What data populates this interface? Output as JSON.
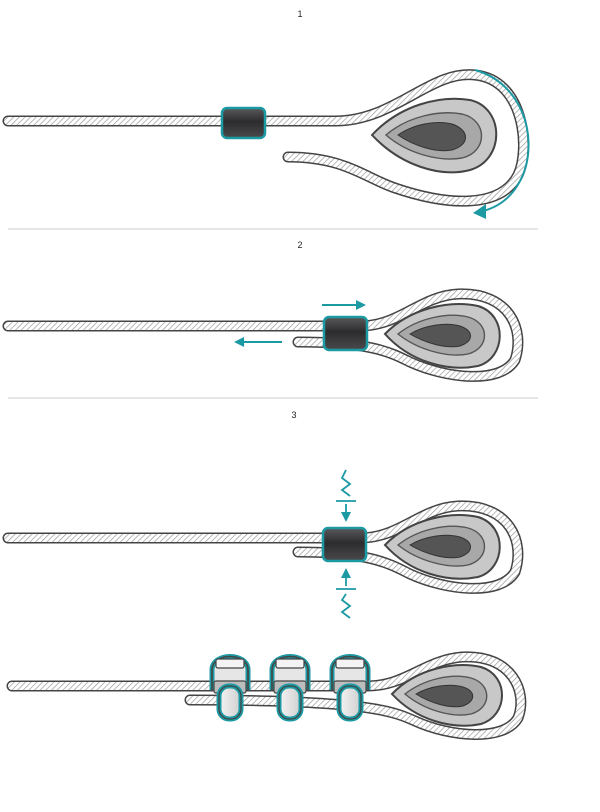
{
  "steps": [
    {
      "number": "1",
      "description": ""
    },
    {
      "number": "2",
      "description": ""
    },
    {
      "number": "3",
      "description": ""
    }
  ],
  "colors": {
    "accent": "#1c9aa4",
    "cable_outline": "#444444",
    "cable_hatch": "#9a9a9a",
    "thimble_outer": "#c8c8c8",
    "thimble_mid": "#a8a8a8",
    "thimble_inner": "#555555",
    "sleeve_fill": "#3e3e40",
    "divider": "#cccccc"
  }
}
